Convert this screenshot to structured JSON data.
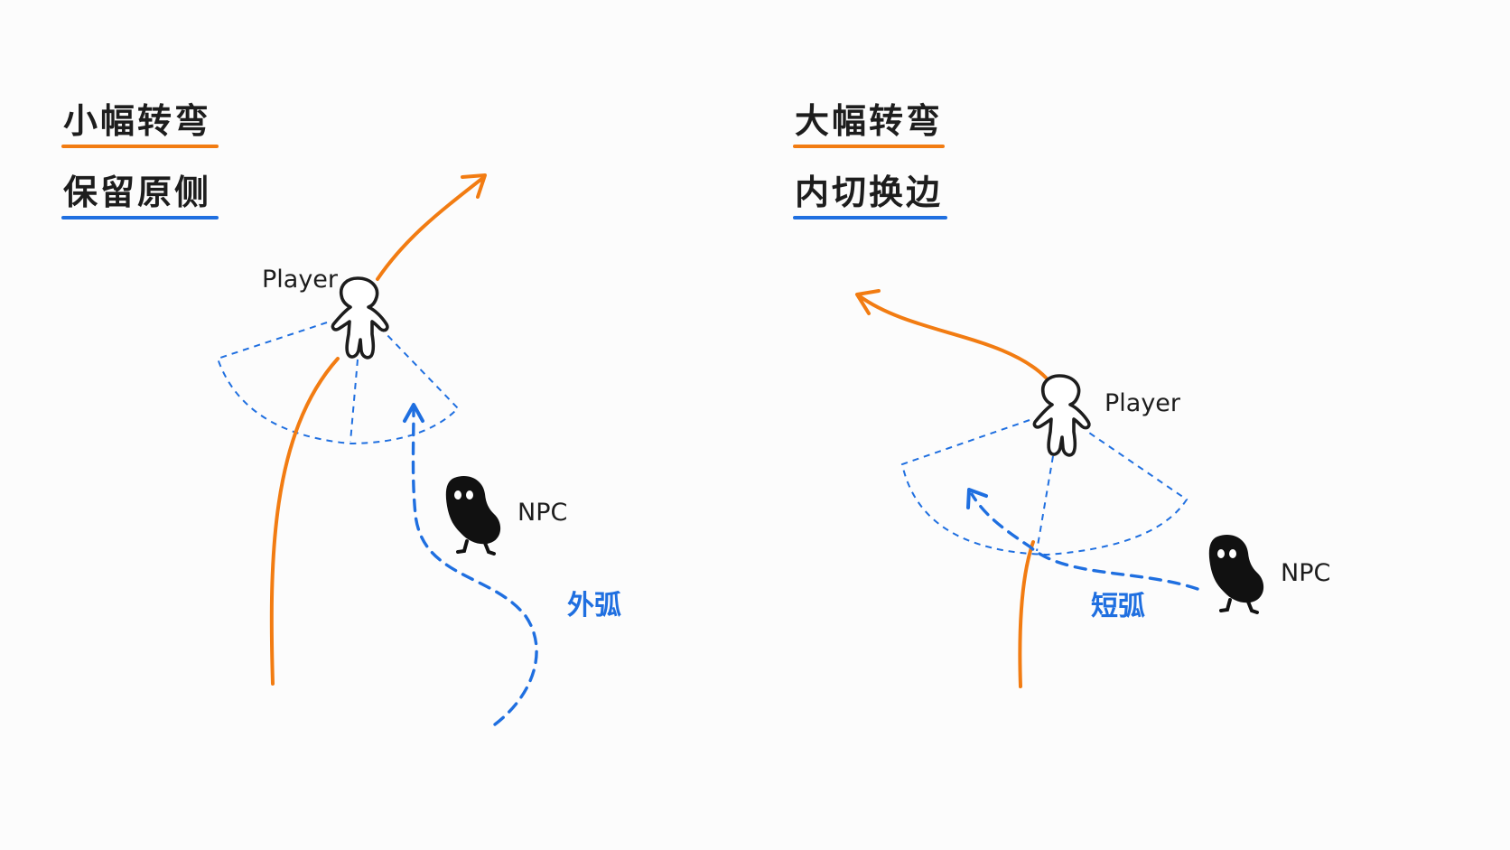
{
  "colors": {
    "player_path": "#f27c12",
    "npc_path": "#1f6fe0",
    "ink": "#1d1d1d",
    "background": "#fcfcfc"
  },
  "left_panel": {
    "title": "小幅转弯",
    "subtitle": "保留原侧",
    "player_label": "Player",
    "npc_label": "NPC",
    "arc_label": "外弧"
  },
  "right_panel": {
    "title": "大幅转弯",
    "subtitle": "内切换边",
    "player_label": "Player",
    "npc_label": "NPC",
    "arc_label": "短弧"
  }
}
